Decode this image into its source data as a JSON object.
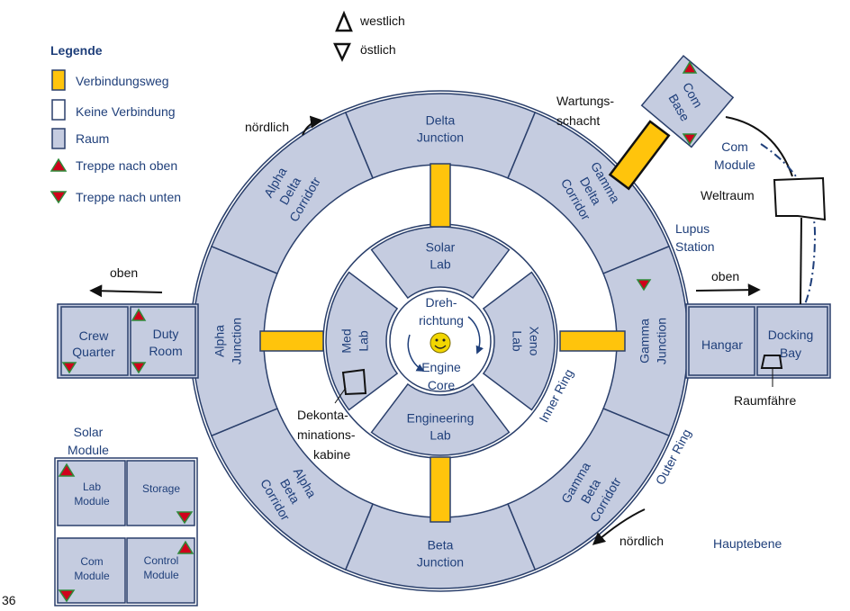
{
  "colors": {
    "room": "#c5cce0",
    "room_stroke": "#2a3f6b",
    "path": "#ffc40c",
    "text_blue": "#1f3f7a",
    "stair_up": "#d0021b",
    "stair_down": "#d0021b",
    "stair_bg": "#2e8b3a",
    "smiley": "#f2d600"
  },
  "legend": {
    "title": "Legende",
    "items": [
      {
        "label": "Verbindungsweg",
        "icon": "yellow-swatch"
      },
      {
        "label": "Keine Verbindung",
        "icon": "white-swatch"
      },
      {
        "label": "Raum",
        "icon": "blue-swatch"
      },
      {
        "label": "Treppe nach oben",
        "icon": "triangle-up-icon"
      },
      {
        "label": "Treppe nach unten",
        "icon": "triangle-down-icon"
      }
    ]
  },
  "direction_key": {
    "west": "westlich",
    "east": "östlich"
  },
  "outer_ring": {
    "label": "Outer Ring",
    "segments": [
      {
        "id": "delta-junction",
        "lines": [
          "Delta",
          "Junction"
        ]
      },
      {
        "id": "gamma-delta-corridor",
        "lines": [
          "Gamma",
          "Delta",
          "Corridor"
        ]
      },
      {
        "id": "gamma-junction",
        "lines": [
          "Gamma",
          "Junction"
        ]
      },
      {
        "id": "gamma-beta-corridor",
        "lines": [
          "Gamma",
          "Beta",
          "Corridotr"
        ]
      },
      {
        "id": "beta-junction",
        "lines": [
          "Beta",
          "Junction"
        ]
      },
      {
        "id": "alpha-beta-corridor",
        "lines": [
          "Alpha",
          "Beta",
          "Corridor"
        ]
      },
      {
        "id": "alpha-junction",
        "lines": [
          "Alpha",
          "Junction"
        ]
      },
      {
        "id": "alpha-delta-corridor",
        "lines": [
          "Alpha",
          "Delta",
          "Corridotr"
        ]
      }
    ]
  },
  "inner_ring": {
    "label": "Inner Ring",
    "labs": [
      {
        "id": "solar-lab",
        "lines": [
          "Solar",
          "Lab"
        ]
      },
      {
        "id": "xeno-lab",
        "lines": [
          "Xeno",
          "Lab"
        ]
      },
      {
        "id": "engineering-lab",
        "lines": [
          "Engineering",
          "Lab"
        ]
      },
      {
        "id": "med-lab",
        "lines": [
          "Med",
          "Lab"
        ]
      }
    ]
  },
  "core": {
    "rotation_lines": [
      "Dreh-",
      "richtung"
    ],
    "name_lines": [
      "Engine",
      "Core"
    ]
  },
  "left_module": {
    "rooms": [
      "Crew Quarter",
      "Duty Room"
    ],
    "arrow_label": "oben"
  },
  "right_module": {
    "rooms": [
      "Hangar",
      "Docking Bay"
    ],
    "arrow_label": "oben",
    "shuttle_label": "Raumfähre"
  },
  "com_base": {
    "lines": [
      "Com",
      "Base"
    ],
    "shaft_lines": [
      "Wartungs-",
      "schacht"
    ],
    "module_lines": [
      "Com",
      "Module"
    ],
    "space_label": "Weltraum"
  },
  "station_label": [
    "Lupus",
    "Station"
  ],
  "north_labels": [
    "nördlich",
    "nördlich"
  ],
  "decon_lines": [
    "Dekonta-",
    "minations-",
    "kabine"
  ],
  "solar_module": {
    "title_lines": [
      "Solar",
      "Module"
    ],
    "rooms": [
      {
        "id": "lab-module",
        "lines": [
          "Lab",
          "Module"
        ]
      },
      {
        "id": "storage",
        "lines": [
          "Storage"
        ]
      },
      {
        "id": "com-module",
        "lines": [
          "Com",
          "Module"
        ]
      },
      {
        "id": "control-module",
        "lines": [
          "Control",
          "Module"
        ]
      }
    ]
  },
  "level_label": "Hauptebene",
  "page_number": "36"
}
